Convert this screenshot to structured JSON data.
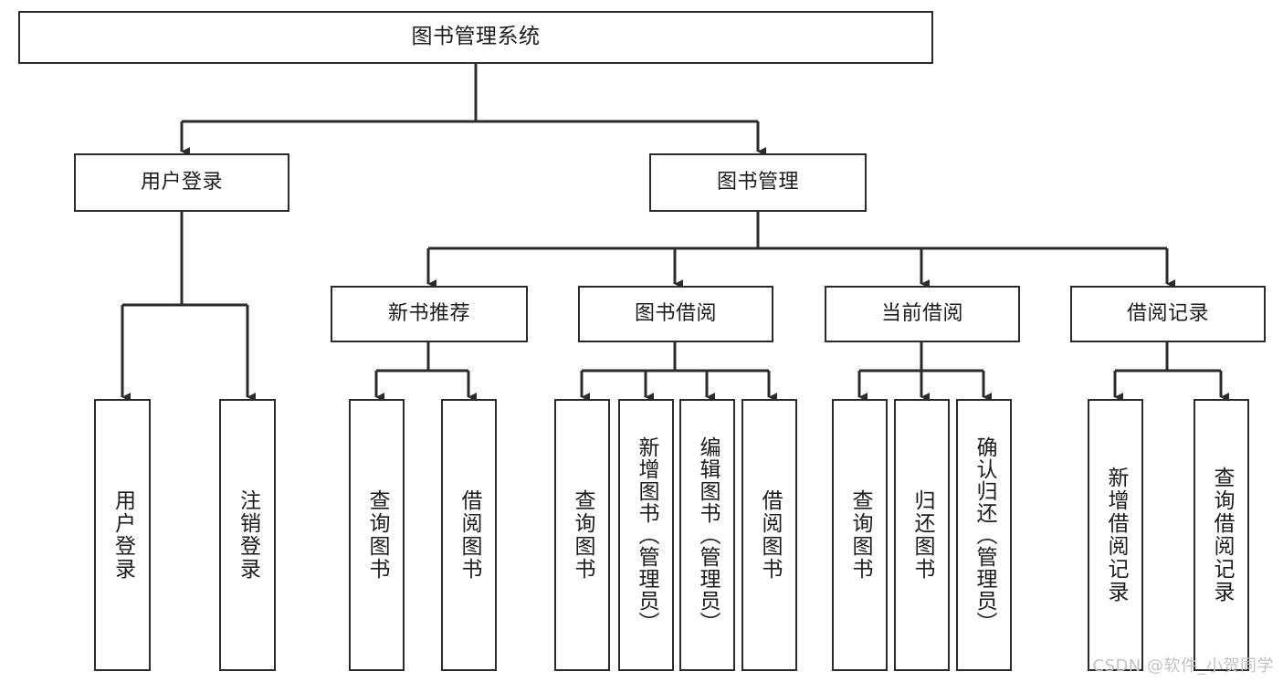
{
  "diagram": {
    "type": "tree",
    "title": "图书管理系统",
    "watermark": "CSDN @软件_小贺同学",
    "colors": {
      "box_border": "#2b2b2b",
      "box_fill": "#ffffff",
      "edge": "#2b2b2b",
      "text": "#1c1c1c",
      "watermark": "#c3c3c3",
      "background": "#ffffff"
    },
    "nodes": {
      "root": {
        "label": "图书管理系统",
        "level": 0,
        "orientation": "horizontal"
      },
      "level1": [
        {
          "id": "user-login",
          "label": "用户登录",
          "orientation": "horizontal"
        },
        {
          "id": "book-management",
          "label": "图书管理",
          "orientation": "horizontal"
        }
      ],
      "level2": [
        {
          "id": "new-book-recommend",
          "label": "新书推荐",
          "parent": "book-management",
          "orientation": "horizontal"
        },
        {
          "id": "book-borrow",
          "label": "图书借阅",
          "parent": "book-management",
          "orientation": "horizontal"
        },
        {
          "id": "current-borrow",
          "label": "当前借阅",
          "parent": "book-management",
          "orientation": "horizontal"
        },
        {
          "id": "borrow-record",
          "label": "借阅记录",
          "parent": "book-management",
          "orientation": "horizontal"
        }
      ],
      "leaves": [
        {
          "id": "leaf-user-login",
          "label": "用户登录",
          "parent": "user-login",
          "orientation": "vertical"
        },
        {
          "id": "leaf-user-logout",
          "label": "注销登录",
          "parent": "user-login",
          "orientation": "vertical"
        },
        {
          "id": "leaf-query-book-1",
          "label": "查询图书",
          "parent": "new-book-recommend",
          "orientation": "vertical"
        },
        {
          "id": "leaf-borrow-book-1",
          "label": "借阅图书",
          "parent": "new-book-recommend",
          "orientation": "vertical"
        },
        {
          "id": "leaf-query-book-2",
          "label": "查询图书",
          "parent": "book-borrow",
          "orientation": "vertical"
        },
        {
          "id": "leaf-add-book",
          "label": "新增图书（管理员）",
          "parent": "book-borrow",
          "orientation": "vertical"
        },
        {
          "id": "leaf-edit-book",
          "label": "编辑图书（管理员）",
          "parent": "book-borrow",
          "orientation": "vertical"
        },
        {
          "id": "leaf-borrow-book-2",
          "label": "借阅图书",
          "parent": "book-borrow",
          "orientation": "vertical"
        },
        {
          "id": "leaf-query-book-3",
          "label": "查询图书",
          "parent": "current-borrow",
          "orientation": "vertical"
        },
        {
          "id": "leaf-return-book",
          "label": "归还图书",
          "parent": "current-borrow",
          "orientation": "vertical"
        },
        {
          "id": "leaf-confirm-return",
          "label": "确认归还（管理员）",
          "parent": "current-borrow",
          "orientation": "vertical"
        },
        {
          "id": "leaf-add-record",
          "label": "新增借阅记录",
          "parent": "borrow-record",
          "orientation": "vertical"
        },
        {
          "id": "leaf-query-record",
          "label": "查询借阅记录",
          "parent": "borrow-record",
          "orientation": "vertical"
        }
      ]
    }
  }
}
